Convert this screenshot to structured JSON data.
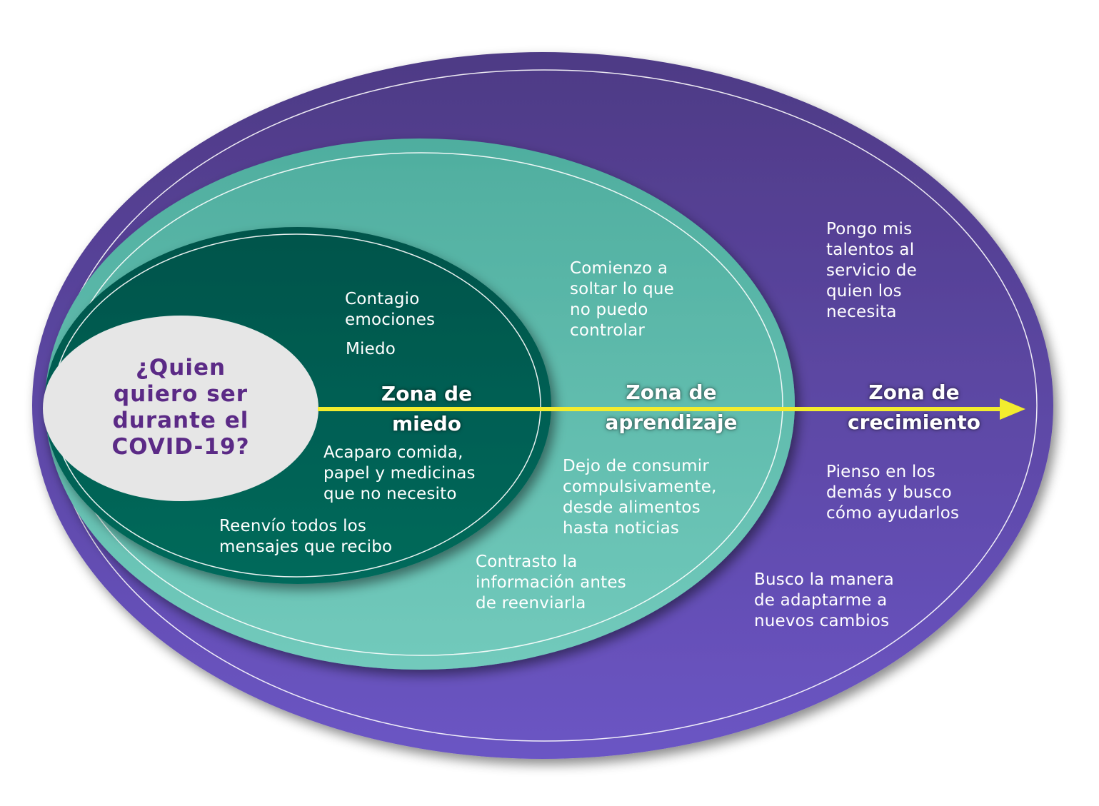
{
  "center_question": "¿Quien\nquiero ser\ndurante  el\nCOVID-19?",
  "zones": {
    "fear": {
      "title": "Zona de\nmiedo",
      "items": [
        "Contagio\nemociones",
        "Miedo",
        "Acaparo comida,\npapel y medicinas\nque no necesito",
        "Reenvío todos los\nmensajes que recibo"
      ]
    },
    "learning": {
      "title": "Zona de\naprendizaje",
      "items": [
        "Comienzo a\nsoltar lo que\nno puedo\ncontrolar",
        "Dejo de consumir\ncompulsivamente,\ndesde alimentos\nhasta noticias",
        "Contrasto la\ninformación antes\nde reenviarla"
      ]
    },
    "growth": {
      "title": "Zona de\ncrecimiento",
      "items": [
        "Pongo mis\ntalentos al\nservicio de\nquien los\nnecesita",
        "Pienso en los\ndemás y busco\ncómo ayudarlos",
        "Busco la manera\nde adaptarme a\nnuevos cambios"
      ]
    }
  },
  "colors": {
    "growth_top": "#4e3a85",
    "growth_bottom": "#6b55c4",
    "learning_top": "#4fae9f",
    "learning_bottom": "#70c9bb",
    "fear_top": "#02544b",
    "fear_bottom": "#066a5b",
    "center": "#e6e6e6",
    "question_text": "#5b2a86",
    "arrow": "#f2ec2e"
  }
}
